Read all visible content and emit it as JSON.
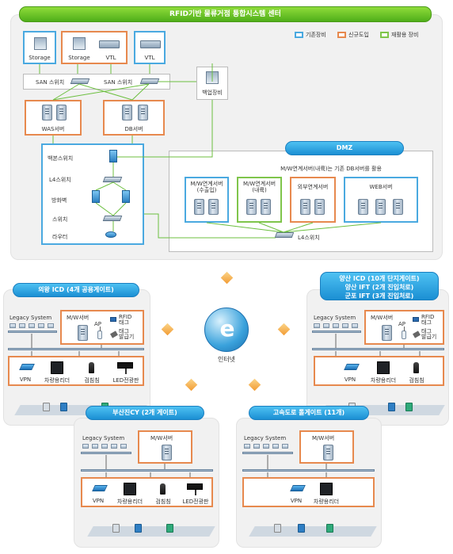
{
  "center": {
    "title": "RFID기반 물류거점 통합시스템 센터",
    "legend": [
      {
        "label": "기존장비",
        "color": "#4aa9e0"
      },
      {
        "label": "신규도입",
        "color": "#e7894e"
      },
      {
        "label": "재활용 장비",
        "color": "#7fc54b"
      }
    ],
    "storage_1": "Storage",
    "storage_2": "Storage",
    "vtl_1": "VTL",
    "vtl_2": "VTL",
    "san_switch_1": "SAN 스위치",
    "san_switch_2": "SAN 스위치",
    "backup": "백업장비",
    "was_server": "WAS서버",
    "db_server": "DB서버",
    "backbone_switch": "백본스위치",
    "l4_switch": "L4스위치",
    "firewall": "방화벽",
    "switch": "스위치",
    "router": "라우터"
  },
  "dmz": {
    "title": "DMZ",
    "note": "M/W연계서버(내륙)는 기존 DB서버를 활용",
    "mw_import": "M/W연계서버\n(수출입)",
    "mw_inland": "M/W연계서버\n(내륙)",
    "external": "외부연계서버",
    "web": "WEB서버",
    "l4_switch": "L4스위치"
  },
  "internet": "인터넷",
  "sites": {
    "uiwang": {
      "title": "의왕 ICD (4개 공용게이트)",
      "legacy": "Legacy System",
      "mw": "M/W서버",
      "ap": "AP",
      "rfid_tag": "RFID\n태그",
      "tag_printer": "태그\n발급기",
      "vpn": "VPN",
      "vehicle_reader": "차량용리더",
      "gauge": "검침침",
      "led": "LED전광판"
    },
    "yangsan": {
      "title_line1": "양산 ICD (10개 단지게이트)",
      "title_line2": "양산 IFT (2개 진입처로)",
      "title_line3": "군포 IFT (3개 진입처로)",
      "legacy": "Legacy System",
      "mw": "M/W서버",
      "ap": "AP",
      "rfid_tag": "RFID\n태그",
      "tag_printer": "태그\n발급기",
      "vpn": "VPN",
      "vehicle_reader": "차량용리더",
      "gauge": "검침침"
    },
    "busan": {
      "title": "부산진CY (2개 게이트)",
      "legacy": "Legacy System",
      "mw": "M/W서버",
      "vpn": "VPN",
      "vehicle_reader": "차량용리더",
      "gauge": "검침침",
      "led": "LED전광판"
    },
    "highway": {
      "title": "고속도로 톨게이트 (11개)",
      "legacy": "Legacy System",
      "mw": "M/W서버",
      "vpn": "VPN",
      "vehicle_reader": "차량용리더"
    }
  }
}
